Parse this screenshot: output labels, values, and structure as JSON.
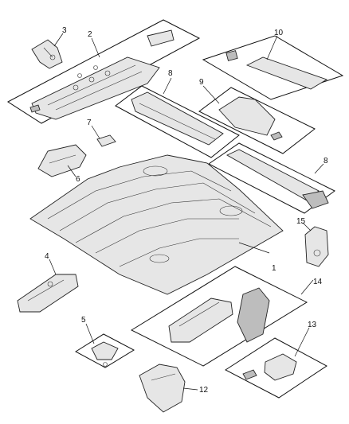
{
  "callouts": [
    "1",
    "2",
    "3",
    "4",
    "5",
    "6",
    "7",
    "8",
    "8",
    "9",
    "10",
    "12",
    "13",
    "14",
    "15"
  ]
}
